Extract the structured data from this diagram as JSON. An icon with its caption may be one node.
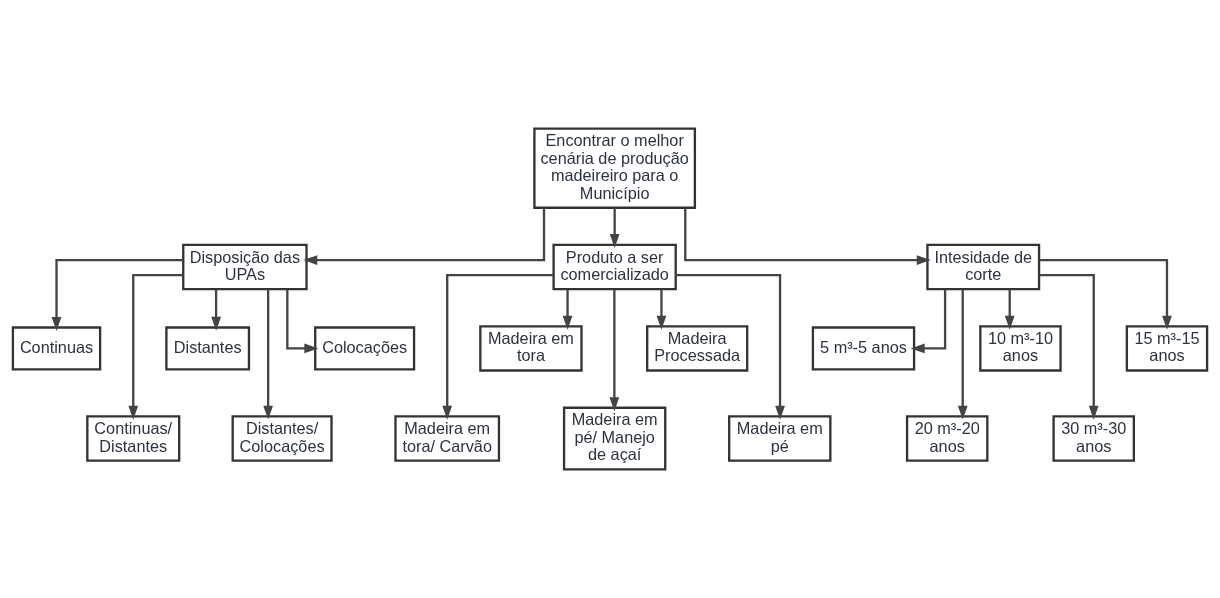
{
  "diagram": {
    "nodes": [
      {
        "text": [
          "Encontrar o melhor cenária de produção madeireiro para o Município"
        ]
      },
      {
        "text": [
          "Disposição das UPAs"
        ]
      },
      {
        "text": [
          "Produto a ser comercializado"
        ]
      },
      {
        "text": [
          "Intesidade de corte"
        ]
      },
      {
        "text": [
          "Continuas"
        ]
      },
      {
        "text": [
          "Continuas/ Distantes"
        ]
      },
      {
        "text": [
          "Distantes"
        ]
      },
      {
        "text": [
          "Distantes/ Colocações"
        ]
      },
      {
        "text": [
          "Colocações"
        ]
      },
      {
        "text": [
          "Madeira em tora/ Carvão"
        ]
      },
      {
        "text": [
          "Madeira em tora"
        ]
      },
      {
        "text": [
          "Madeira em pé/ Manejo de açaí"
        ]
      },
      {
        "text": [
          "Madeira Processada"
        ]
      },
      {
        "text": [
          "Madeira em pé"
        ]
      },
      {
        "text": [
          "5 m³-5 anos"
        ]
      },
      {
        "text": [
          "20 m³-20 anos"
        ]
      },
      {
        "text": [
          "10 m³-10 anos"
        ]
      },
      {
        "text": [
          "30 m³-30 anos"
        ]
      },
      {
        "text": [
          "15 m³-15 anos"
        ]
      }
    ],
    "edges": [
      {
        "from": 0,
        "to": 1,
        "arrow": "to"
      },
      {
        "from": 0,
        "to": 2,
        "arrow": "to"
      },
      {
        "from": 0,
        "to": 3,
        "arrow": "to"
      },
      {
        "from": 1,
        "to": 4,
        "arrow": "to"
      },
      {
        "from": 1,
        "to": 5,
        "arrow": "to"
      },
      {
        "from": 1,
        "to": 6,
        "arrow": "to"
      },
      {
        "from": 1,
        "to": 7,
        "arrow": "to"
      },
      {
        "from": 1,
        "to": 8,
        "arrow": "to"
      },
      {
        "from": 2,
        "to": 9,
        "arrow": "to"
      },
      {
        "from": 2,
        "to": 10,
        "arrow": "to"
      },
      {
        "from": 2,
        "to": 11,
        "arrow": "to"
      },
      {
        "from": 2,
        "to": 12,
        "arrow": "to"
      },
      {
        "from": 2,
        "to": 13,
        "arrow": "to"
      },
      {
        "from": 3,
        "to": 14,
        "arrow": "to"
      },
      {
        "from": 3,
        "to": 15,
        "arrow": "to"
      },
      {
        "from": 3,
        "to": 16,
        "arrow": "to"
      },
      {
        "from": 3,
        "to": 17,
        "arrow": "to"
      },
      {
        "from": 3,
        "to": 18,
        "arrow": "to"
      }
    ]
  }
}
